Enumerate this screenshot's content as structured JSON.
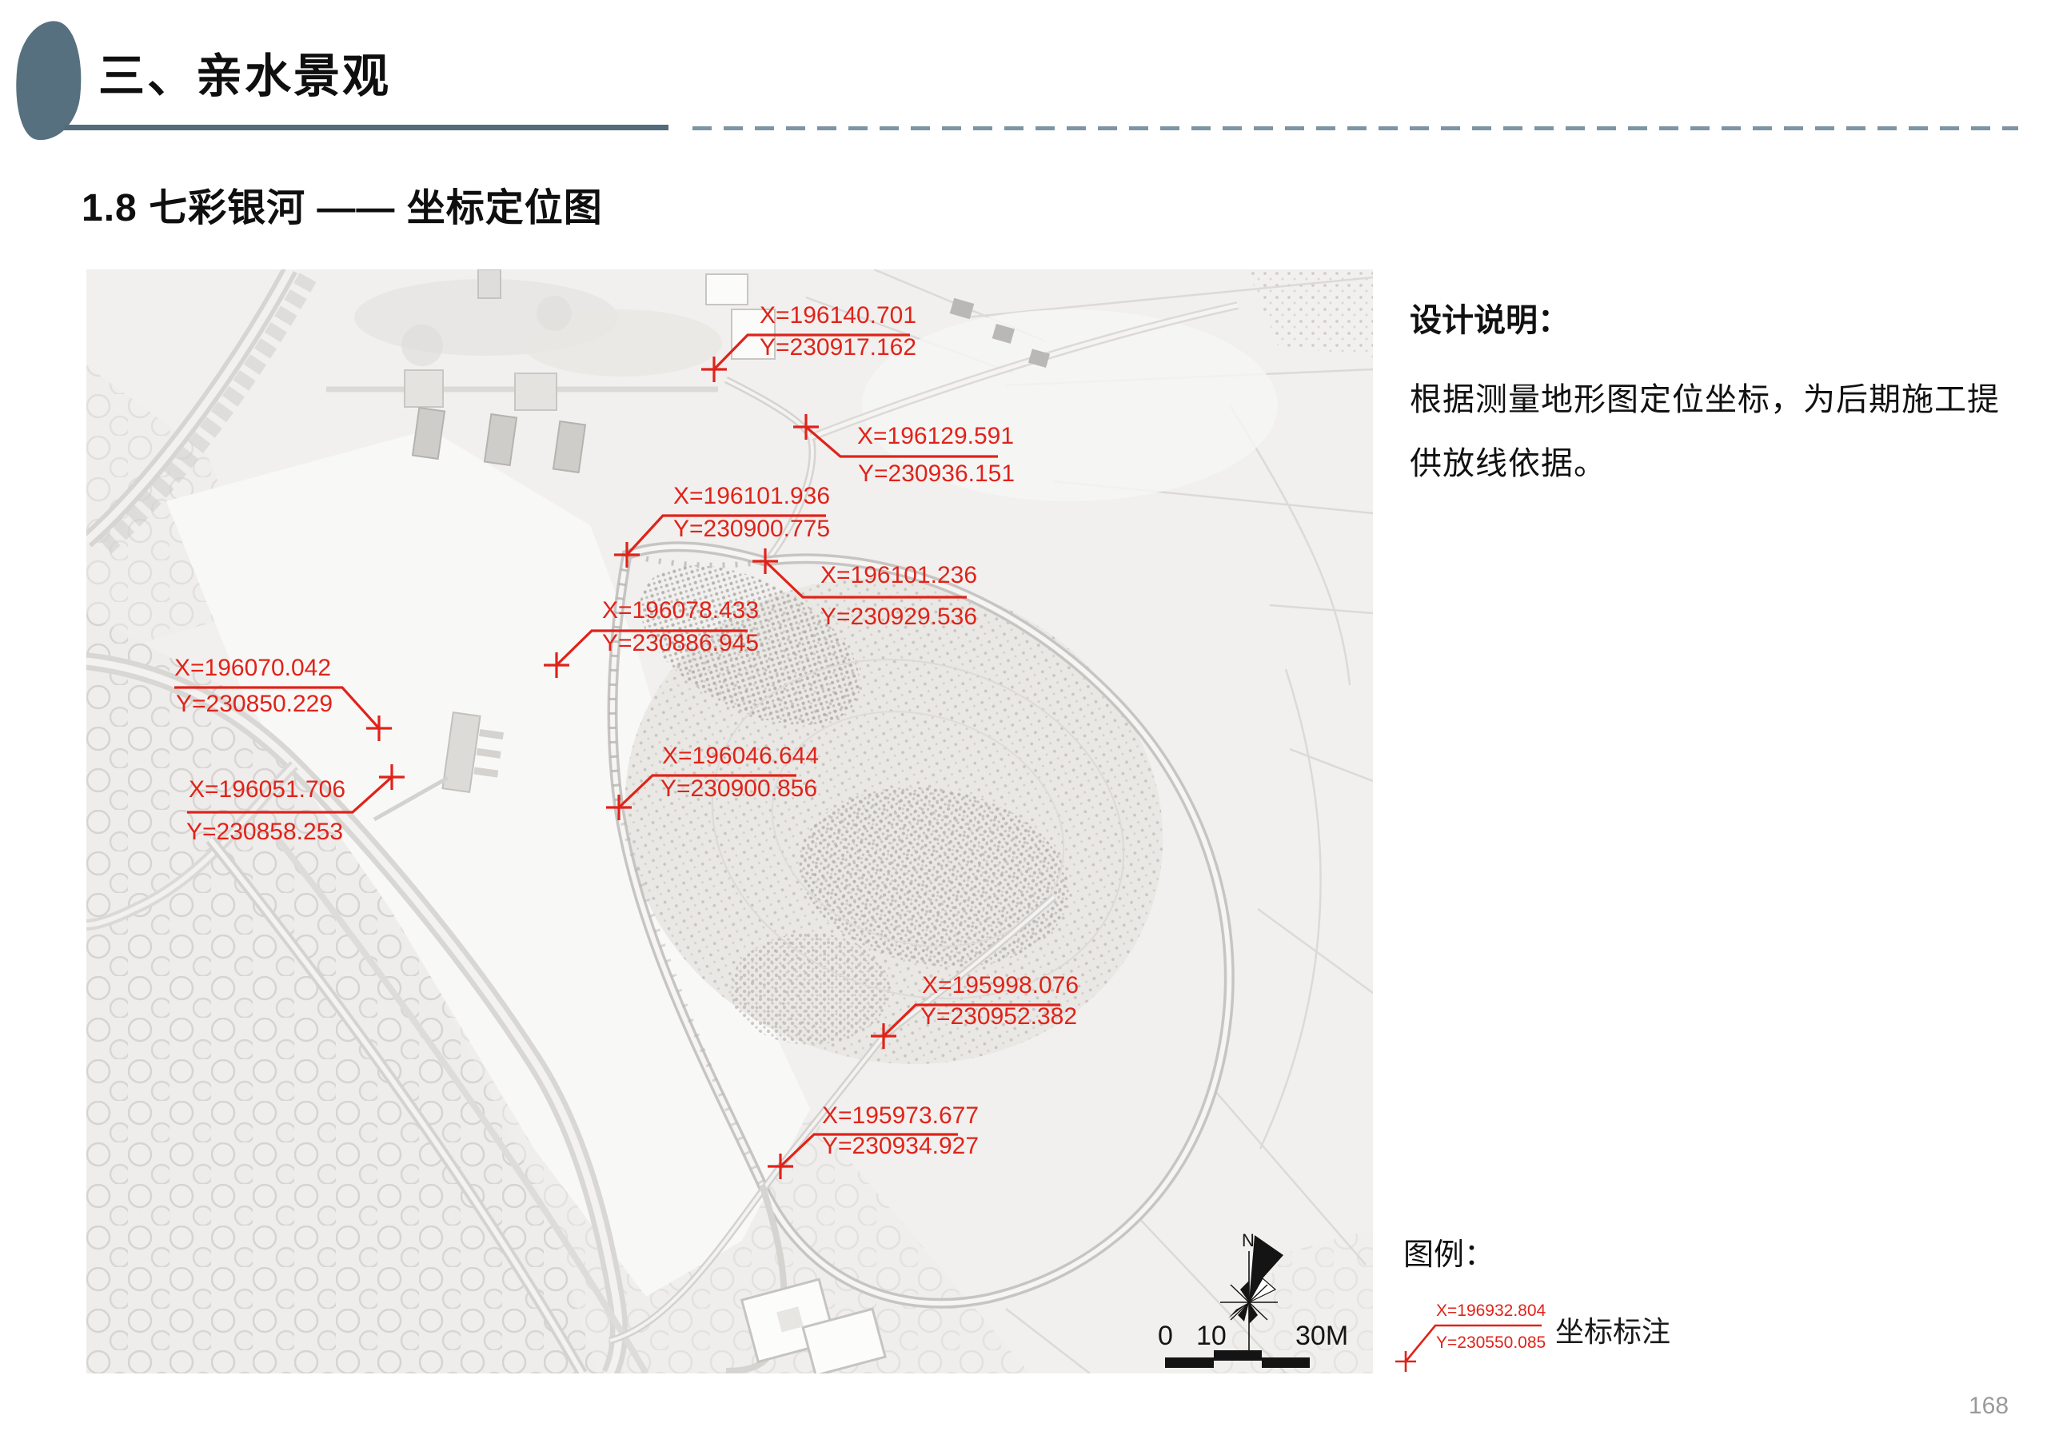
{
  "header": {
    "section_title": "三、亲水景观",
    "subtitle": "1.8 七彩银河 —— 坐标定位图"
  },
  "design_notes": {
    "heading": "设计说明：",
    "line1": "根据测量地形图定位坐标，为后期施工提",
    "line2": "供放线依据。"
  },
  "map": {
    "annotations": [
      {
        "x_label": "X=196140.701",
        "y_label": "Y=230917.162"
      },
      {
        "x_label": "X=196129.591",
        "y_label": "Y=230936.151"
      },
      {
        "x_label": "X=196101.936",
        "y_label": "Y=230900.775"
      },
      {
        "x_label": "X=196101.236",
        "y_label": "Y=230929.536"
      },
      {
        "x_label": "X=196078.433",
        "y_label": "Y=230886.945"
      },
      {
        "x_label": "X=196070.042",
        "y_label": "Y=230850.229"
      },
      {
        "x_label": "X=196051.706",
        "y_label": "Y=230858.253"
      },
      {
        "x_label": "X=196046.644",
        "y_label": "Y=230900.856"
      },
      {
        "x_label": "X=195998.076",
        "y_label": "Y=230952.382"
      },
      {
        "x_label": "X=195973.677",
        "y_label": "Y=230934.927"
      }
    ],
    "scale_bar": {
      "t0": "0",
      "t1": "10",
      "t2": "30M"
    },
    "compass_label": "N"
  },
  "legend": {
    "heading": "图例：",
    "item_x": "X=196932.804",
    "item_y": "Y=230550.085",
    "item_label": "坐标标注"
  },
  "footer": {
    "page_number": "168"
  },
  "colors": {
    "accent_slate": "#56707f",
    "dashed_rule": "#7c95a4",
    "annotation_red": "#e0231a",
    "page_number_gray": "#9a9a9a"
  }
}
